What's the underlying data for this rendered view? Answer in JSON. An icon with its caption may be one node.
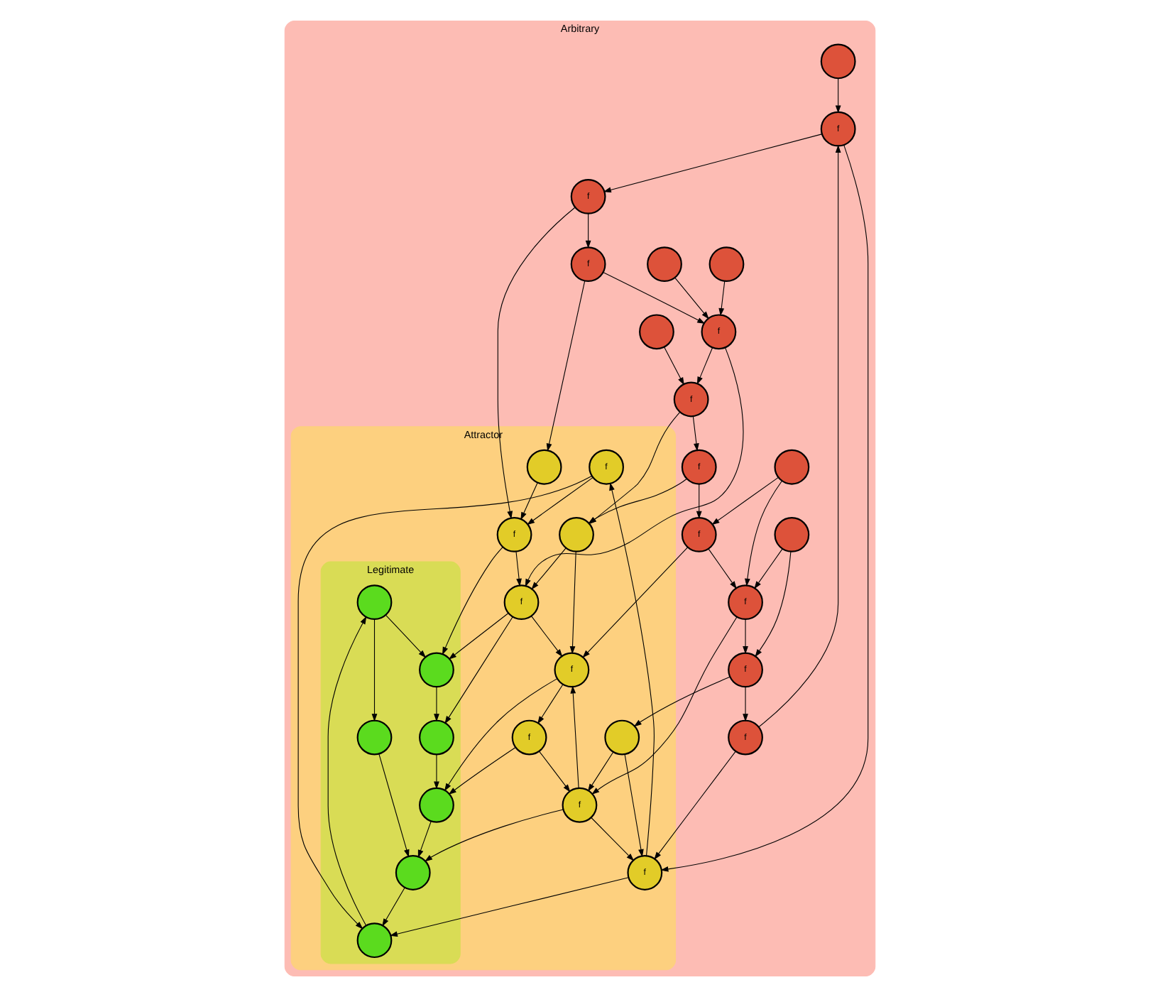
{
  "diagram": {
    "nodes": [
      {
        "text": [
          "Arbitrary"
        ]
      },
      {
        "text": [
          "Attractor"
        ],
        "in": 0
      },
      {
        "text": [
          "Legitimate"
        ],
        "in": 1
      },
      {
        "text": [],
        "shape": "circle",
        "in": 0
      },
      {
        "text": [
          "f"
        ],
        "in": 0
      },
      {
        "text": [
          "f"
        ],
        "in": 0
      },
      {
        "text": [
          "f"
        ],
        "in": 0
      },
      {
        "text": [
          "f"
        ],
        "in": 1
      },
      {
        "text": [
          "f"
        ],
        "in": 1
      },
      {
        "text": [],
        "shape": "circle",
        "in": 0
      },
      {
        "text": [
          "f"
        ],
        "in": 0
      },
      {
        "text": [],
        "shape": "circle",
        "in": 1
      },
      {
        "text": [
          "f"
        ],
        "in": 1
      },
      {
        "text": [
          "f"
        ],
        "in": 0
      },
      {
        "text": [],
        "shape": "circle",
        "in": 2
      },
      {
        "text": [],
        "shape": "circle",
        "in": 1
      },
      {
        "text": [],
        "shape": "circle",
        "in": 2
      },
      {
        "text": [],
        "shape": "circle",
        "in": 2
      },
      {
        "text": [
          "f"
        ],
        "in": 1
      },
      {
        "text": [
          "f"
        ],
        "in": 0
      },
      {
        "text": [],
        "shape": "circle",
        "in": 0
      },
      {
        "text": [],
        "shape": "circle",
        "in": 2
      },
      {
        "text": [],
        "shape": "circle",
        "in": 2
      },
      {
        "text": [
          "f"
        ],
        "in": 0
      },
      {
        "text": [],
        "shape": "circle",
        "in": 0
      },
      {
        "text": [],
        "shape": "circle",
        "in": 2
      },
      {
        "text": [],
        "shape": "circle",
        "in": 2
      },
      {
        "text": [
          "f"
        ],
        "in": 1
      },
      {
        "text": [],
        "shape": "circle",
        "in": 1
      },
      {
        "text": [],
        "shape": "circle",
        "in": 0
      },
      {
        "text": [
          "f"
        ],
        "in": 0
      },
      {
        "text": [
          "f"
        ],
        "in": 1
      },
      {
        "text": [
          "f"
        ],
        "in": 1
      },
      {
        "text": [
          "f"
        ],
        "in": 0
      },
      {
        "text": [
          "f"
        ],
        "in": 0
      },
      {
        "text": [],
        "shape": "circle",
        "in": 0
      }
    ],
    "edges": [
      {
        "from": 3,
        "to": 4,
        "arrow": "to"
      },
      {
        "from": 4,
        "to": 5,
        "arrow": "to"
      },
      {
        "from": 5,
        "to": 6,
        "arrow": "to"
      },
      {
        "from": 5,
        "to": 8,
        "arrow": "to"
      },
      {
        "from": 4,
        "to": 12,
        "arrow": "to"
      },
      {
        "from": 10,
        "to": 4,
        "arrow": "to"
      },
      {
        "from": 10,
        "to": 12,
        "arrow": "to"
      },
      {
        "from": 12,
        "to": 7,
        "arrow": "to"
      },
      {
        "from": 7,
        "to": 8,
        "arrow": "to"
      },
      {
        "from": 7,
        "to": 16,
        "arrow": "to"
      },
      {
        "from": 12,
        "to": 16,
        "arrow": "to"
      },
      {
        "from": 6,
        "to": 11,
        "arrow": "to"
      },
      {
        "from": 6,
        "to": 13,
        "arrow": "to"
      },
      {
        "from": 9,
        "to": 13,
        "arrow": "to"
      },
      {
        "from": 11,
        "to": 8,
        "arrow": "to"
      },
      {
        "from": 8,
        "to": 17,
        "arrow": "to"
      },
      {
        "from": 8,
        "to": 18,
        "arrow": "to"
      },
      {
        "from": 13,
        "to": 18,
        "arrow": "to"
      },
      {
        "from": 20,
        "to": 13,
        "arrow": "to"
      },
      {
        "from": 13,
        "to": 23,
        "arrow": "to"
      },
      {
        "from": 16,
        "to": 14,
        "arrow": "to"
      },
      {
        "from": 14,
        "to": 17,
        "arrow": "to"
      },
      {
        "from": 14,
        "to": 21,
        "arrow": "to"
      },
      {
        "from": 18,
        "to": 17,
        "arrow": "to"
      },
      {
        "from": 17,
        "to": 22,
        "arrow": "to"
      },
      {
        "from": 18,
        "to": 22,
        "arrow": "to"
      },
      {
        "from": 21,
        "to": 25,
        "arrow": "to"
      },
      {
        "from": 22,
        "to": 26,
        "arrow": "to"
      },
      {
        "from": 26,
        "to": 25,
        "arrow": "to"
      },
      {
        "from": 25,
        "to": 16,
        "arrow": "to"
      },
      {
        "from": 19,
        "to": 10,
        "arrow": "to"
      },
      {
        "from": 19,
        "to": 15,
        "arrow": "to"
      },
      {
        "from": 15,
        "to": 12,
        "arrow": "to"
      },
      {
        "from": 15,
        "to": 27,
        "arrow": "to"
      },
      {
        "from": 27,
        "to": 12,
        "arrow": "to"
      },
      {
        "from": 24,
        "to": 19,
        "arrow": "to"
      },
      {
        "from": 24,
        "to": 30,
        "arrow": "to"
      },
      {
        "from": 30,
        "to": 19,
        "arrow": "to"
      },
      {
        "from": 30,
        "to": 27,
        "arrow": "to"
      },
      {
        "from": 35,
        "to": 30,
        "arrow": "to"
      },
      {
        "from": 34,
        "to": 30,
        "arrow": "to"
      },
      {
        "from": 35,
        "to": 34,
        "arrow": "to"
      },
      {
        "from": 34,
        "to": 31,
        "arrow": "to"
      },
      {
        "from": 27,
        "to": 25,
        "arrow": "to"
      },
      {
        "from": 27,
        "to": 31,
        "arrow": "to"
      },
      {
        "from": 32,
        "to": 27,
        "arrow": "to"
      },
      {
        "from": 32,
        "to": 26,
        "arrow": "to"
      },
      {
        "from": 31,
        "to": 32,
        "arrow": "to"
      },
      {
        "from": 31,
        "to": 26,
        "arrow": "to"
      },
      {
        "from": 18,
        "to": 31,
        "arrow": "to"
      },
      {
        "from": 28,
        "to": 18,
        "arrow": "to"
      },
      {
        "from": 28,
        "to": 31,
        "arrow": "to"
      },
      {
        "from": 23,
        "to": 28,
        "arrow": "to"
      },
      {
        "from": 29,
        "to": 23,
        "arrow": "to"
      },
      {
        "from": 23,
        "to": 33,
        "arrow": "to"
      },
      {
        "from": 33,
        "to": 28,
        "arrow": "to"
      },
      {
        "from": 33,
        "to": 34,
        "arrow": "to"
      }
    ]
  }
}
